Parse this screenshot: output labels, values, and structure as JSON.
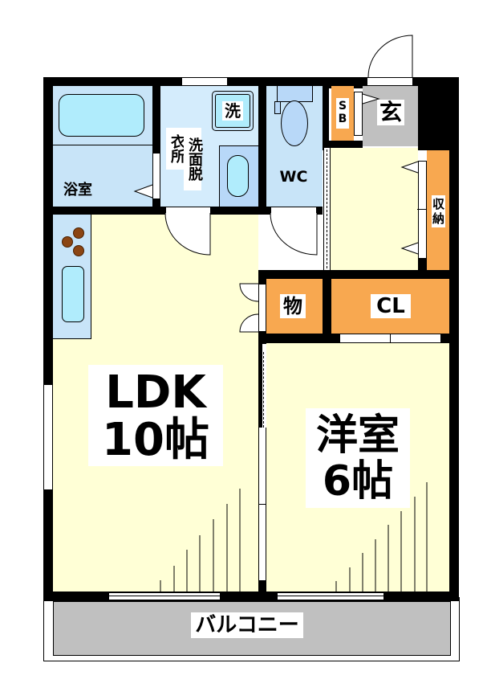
{
  "floorplan": {
    "colors": {
      "wall": "#000000",
      "living": "#ffffd6",
      "wet_area": "#c8e4f8",
      "fixture": "#b0ecfc",
      "storage": "#f8a850",
      "entrance": "#c0c0c0",
      "balcony": "#c0c0c0",
      "stove": "#8b4513"
    },
    "rooms": {
      "bathroom": {
        "label": "浴室"
      },
      "washroom": {
        "label_line1": "洗面",
        "label_line2": "脱衣所",
        "col1": "衣所",
        "col2": "洗面脱"
      },
      "washing_machine": {
        "label": "洗"
      },
      "toilet": {
        "label": "WC"
      },
      "shoe_box": {
        "label_s": "S",
        "label_b": "B"
      },
      "entrance": {
        "label": "玄"
      },
      "closet_side": {
        "label_1": "収",
        "label_2": "納"
      },
      "storage": {
        "label": "物"
      },
      "closet": {
        "label": "CL"
      },
      "ldk": {
        "name": "LDK",
        "size": "10帖"
      },
      "western_room": {
        "name": "洋室",
        "size": "6帖"
      },
      "balcony": {
        "label": "バルコニー"
      }
    }
  }
}
